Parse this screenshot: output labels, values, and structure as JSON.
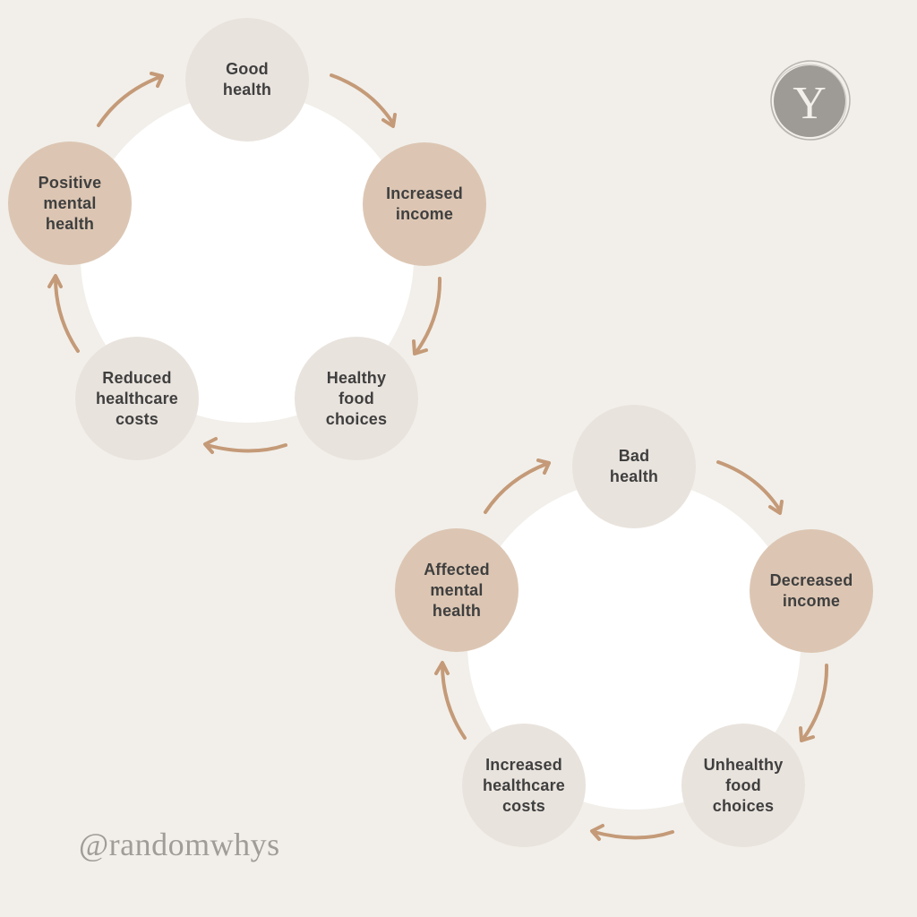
{
  "colors": {
    "background": "#f2efea",
    "ring": "#ffffff",
    "node_light": "#e9e3dd",
    "node_tan": "#dcc6b3",
    "text": "#3f3f3f",
    "arrow": "#c49a78",
    "logo": "#9e9a96"
  },
  "logo": {
    "letter": "Y",
    "icon": "brand-y-logo-icon"
  },
  "handle": "@randomwhys",
  "cycles": [
    {
      "name": "positive-cycle",
      "nodes": [
        {
          "label": "Good\nhealth",
          "style": "light"
        },
        {
          "label": "Increased\nincome",
          "style": "tan"
        },
        {
          "label": "Healthy\nfood\nchoices",
          "style": "light"
        },
        {
          "label": "Reduced\nhealthcare\ncosts",
          "style": "light"
        },
        {
          "label": "Positive\nmental\nhealth",
          "style": "tan"
        }
      ]
    },
    {
      "name": "negative-cycle",
      "nodes": [
        {
          "label": "Bad\nhealth",
          "style": "light"
        },
        {
          "label": "Decreased\nincome",
          "style": "tan"
        },
        {
          "label": "Unhealthy\nfood\nchoices",
          "style": "light"
        },
        {
          "label": "Increased\nhealthcare\ncosts",
          "style": "light"
        },
        {
          "label": "Affected\nmental\nhealth",
          "style": "tan"
        }
      ]
    }
  ]
}
